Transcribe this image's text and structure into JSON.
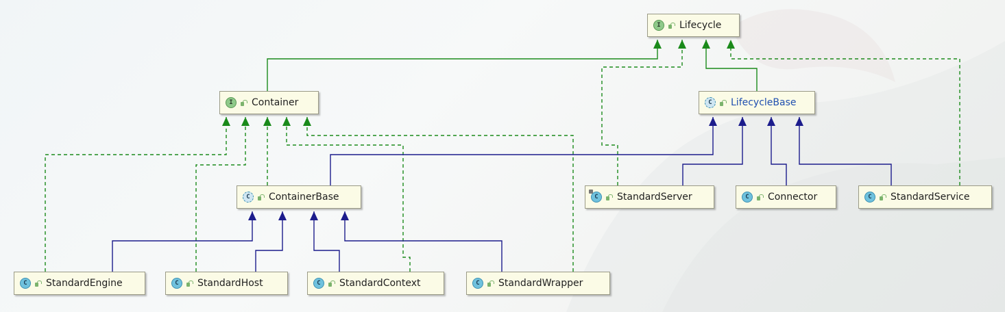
{
  "nodes": {
    "lifecycle": {
      "label": "Lifecycle",
      "kind": "interface",
      "badge": "I"
    },
    "container": {
      "label": "Container",
      "kind": "interface",
      "badge": "I"
    },
    "lifecycle_base": {
      "label": "LifecycleBase",
      "kind": "abstract",
      "badge": "C"
    },
    "container_base": {
      "label": "ContainerBase",
      "kind": "abstract",
      "badge": "C"
    },
    "standard_server": {
      "label": "StandardServer",
      "kind": "class",
      "badge": "C"
    },
    "connector": {
      "label": "Connector",
      "kind": "class",
      "badge": "C"
    },
    "standard_service": {
      "label": "StandardService",
      "kind": "class",
      "badge": "C"
    },
    "standard_engine": {
      "label": "StandardEngine",
      "kind": "class",
      "badge": "C"
    },
    "standard_host": {
      "label": "StandardHost",
      "kind": "class",
      "badge": "C"
    },
    "standard_context": {
      "label": "StandardContext",
      "kind": "class",
      "badge": "C"
    },
    "standard_wrapper": {
      "label": "StandardWrapper",
      "kind": "class",
      "badge": "C"
    }
  },
  "colors": {
    "realization": "#1a8a1a",
    "inheritance": "#1c1c8c",
    "node_bg": "#fbfbe6",
    "abstract_label": "#1f4fb0"
  },
  "icons": {
    "interface": "interface-icon",
    "class": "class-icon",
    "visibility": "public-lock-icon"
  }
}
